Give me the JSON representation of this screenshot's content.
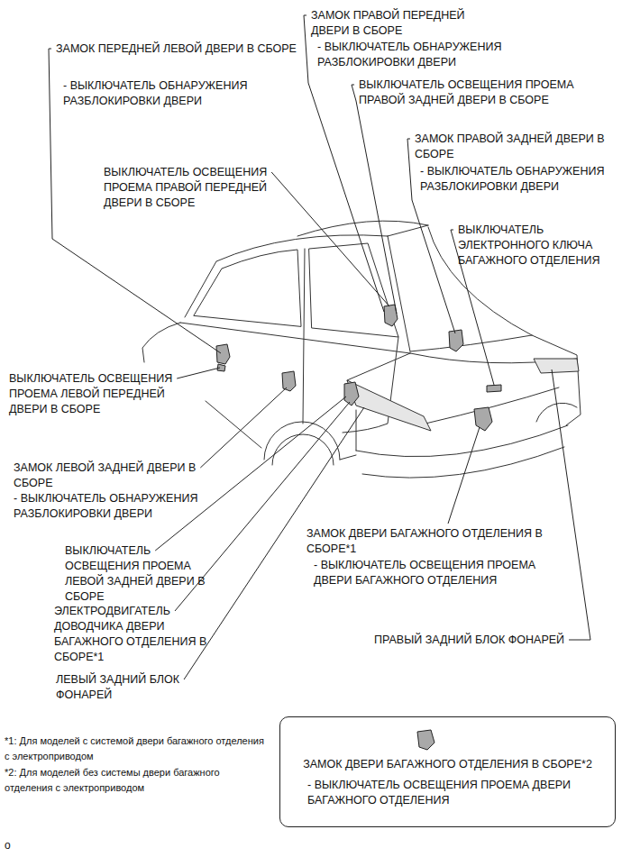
{
  "diagram": {
    "nodes": [
      {
        "text": [
          "ЗАМОК ДВЕРИ БАГАЖНОГО ОТДЕЛЕНИЯ В СБОРЕ*2",
          "- ВЫКЛЮЧАТЕЛЬ ОСВЕЩЕНИЯ ПРОЕМА ДВЕРИ БАГАЖНОГО ОТДЕЛЕНИЯ"
        ]
      }
    ],
    "labels": [
      "ЗАМОК ПЕРЕДНЕЙ ЛЕВОЙ ДВЕРИ В СБОРЕ",
      "- ВЫКЛЮЧАТЕЛЬ ОБНАРУЖЕНИЯ РАЗБЛОКИРОВКИ ДВЕРИ",
      "ЗАМОК ПРАВОЙ ПЕРЕДНЕЙ ДВЕРИ В СБОРЕ",
      "- ВЫКЛЮЧАТЕЛЬ ОБНАРУЖЕНИЯ РАЗБЛОКИРОВКИ ДВЕРИ",
      "ВЫКЛЮЧАТЕЛЬ ОСВЕЩЕНИЯ ПРОЕМА ПРАВОЙ ЗАДНЕЙ ДВЕРИ В СБОРЕ",
      "ЗАМОК ПРАВОЙ ЗАДНЕЙ ДВЕРИ В СБОРЕ",
      "- ВЫКЛЮЧАТЕЛЬ ОБНАРУЖЕНИЯ РАЗБЛОКИРОВКИ ДВЕРИ",
      "ВЫКЛЮЧАТЕЛЬ ОСВЕЩЕНИЯ ПРОЕМА ПРАВОЙ ПЕРЕДНЕЙ ДВЕРИ В СБОРЕ",
      "ВЫКЛЮЧАТЕЛЬ ЭЛЕКТРОННОГО КЛЮЧА БАГАЖНОГО ОТДЕЛЕНИЯ",
      "ВЫКЛЮЧАТЕЛЬ ОСВЕЩЕНИЯ ПРОЕМА ЛЕВОЙ ПЕРЕДНЕЙ ДВЕРИ В СБОРЕ",
      "ЗАМОК ЛЕВОЙ ЗАДНЕЙ ДВЕРИ В СБОРЕ",
      "- ВЫКЛЮЧАТЕЛЬ ОБНАРУЖЕНИЯ РАЗБЛОКИРОВКИ ДВЕРИ",
      "ВЫКЛЮЧАТЕЛЬ ОСВЕЩЕНИЯ ПРОЕМА ЛЕВОЙ ЗАДНЕЙ ДВЕРИ В СБОРЕ",
      "ЭЛЕКТРОДВИГАТЕЛЬ ДОВОДЧИКА ДВЕРИ БАГАЖНОГО ОТДЕЛЕНИЯ В СБОРЕ*1",
      "ЛЕВЫЙ ЗАДНИЙ БЛОК ФОНАРЕЙ",
      "ЗАМОК ДВЕРИ БАГАЖНОГО ОТДЕЛЕНИЯ В СБОРЕ*1",
      "- ВЫКЛЮЧАТЕЛЬ ОСВЕЩЕНИЯ ПРОЕМА ДВЕРИ БАГАЖНОГО ОТДЕЛЕНИЯ",
      "ПРАВЫЙ ЗАДНИЙ БЛОК ФОНАРЕЙ",
      "*1: Для моделей с системой двери багажного отделения с электроприводом",
      "*2: Для моделей без системы двери багажного отделения с электроприводом",
      "o"
    ]
  }
}
